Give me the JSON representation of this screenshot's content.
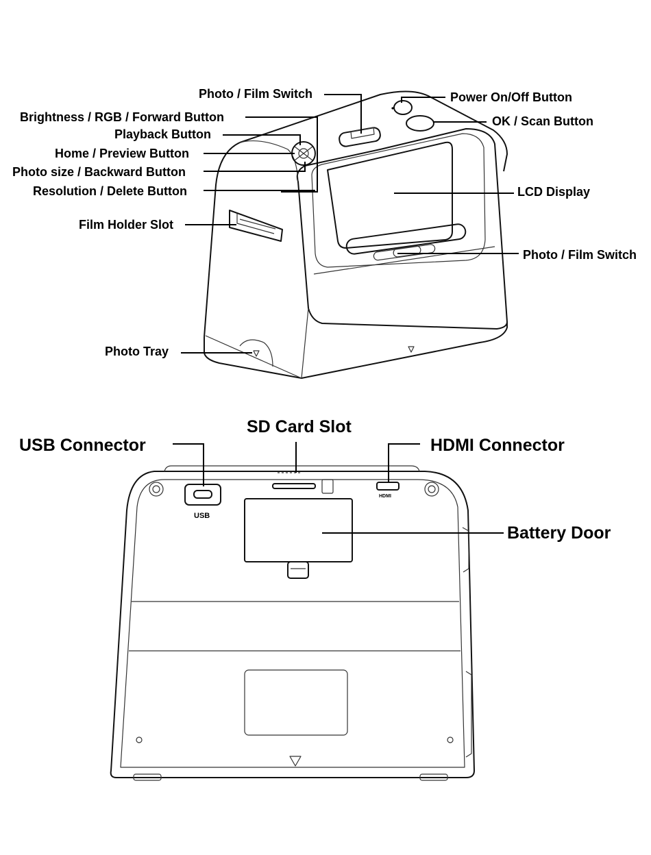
{
  "front_view": {
    "labels": {
      "photo_film_switch_top": "Photo / Film Switch",
      "power_button": "Power On/Off Button",
      "brightness_button": "Brightness / RGB / Forward Button",
      "ok_scan_button": "OK / Scan Button",
      "playback_button": "Playback Button",
      "home_preview_button": "Home / Preview Button",
      "photo_size_button": "Photo size / Backward Button",
      "resolution_button": "Resolution / Delete Button",
      "lcd_display": "LCD Display",
      "film_holder_slot": "Film Holder Slot",
      "photo_film_switch_front": "Photo / Film Switch",
      "photo_tray": "Photo Tray"
    }
  },
  "back_view": {
    "labels": {
      "usb_connector": "USB Connector",
      "sd_card_slot": "SD Card Slot",
      "hdmi_connector": "HDMI Connector",
      "battery_door": "Battery Door"
    },
    "port_text": {
      "usb": "USB",
      "hdmi": "HDMI"
    }
  }
}
